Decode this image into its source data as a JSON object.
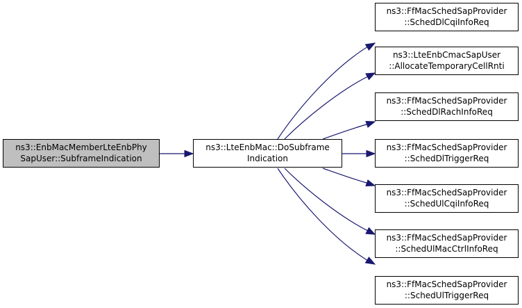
{
  "graph": {
    "nodes": {
      "caller": {
        "line1": "ns3::EnbMacMemberLteEnbPhy",
        "line2": "SapUser::SubframeIndication"
      },
      "center": {
        "line1": "ns3::LteEnbMac::DoSubframe",
        "line2": "Indication"
      },
      "callees": [
        {
          "line1": "ns3::FfMacSchedSapProvider",
          "line2": "::SchedDlCqiInfoReq"
        },
        {
          "line1": "ns3::LteEnbCmacSapUser",
          "line2": "::AllocateTemporaryCellRnti"
        },
        {
          "line1": "ns3::FfMacSchedSapProvider",
          "line2": "::SchedDlRachInfoReq"
        },
        {
          "line1": "ns3::FfMacSchedSapProvider",
          "line2": "::SchedDlTriggerReq"
        },
        {
          "line1": "ns3::FfMacSchedSapProvider",
          "line2": "::SchedUlCqiInfoReq"
        },
        {
          "line1": "ns3::FfMacSchedSapProvider",
          "line2": "::SchedUlMacCtrlInfoReq"
        },
        {
          "line1": "ns3::FfMacSchedSapProvider",
          "line2": "::SchedUlTriggerReq"
        }
      ]
    },
    "colors": {
      "edge": "#191970",
      "current_node_fill": "#bfbfbf",
      "node_fill": "#ffffff",
      "node_border": "#000000"
    }
  }
}
